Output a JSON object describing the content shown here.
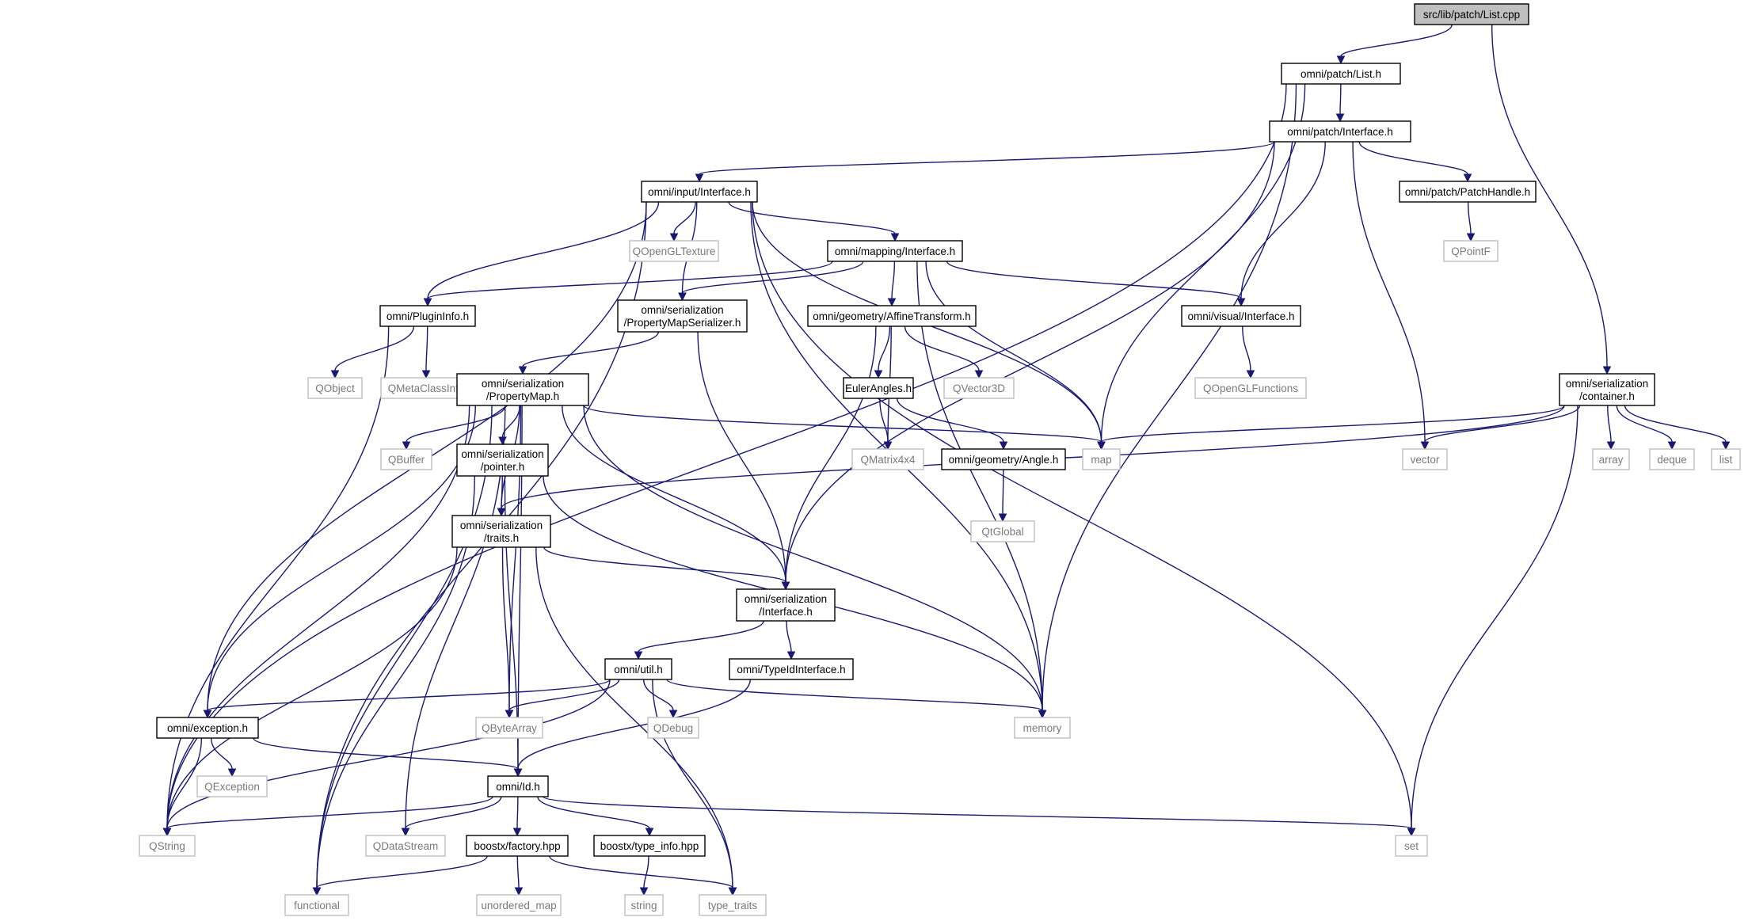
{
  "graph": {
    "kind": "include-dependency-graph",
    "colors": {
      "edge": "#191970",
      "root_fill": "#bfbfbf",
      "file_border": "#000000",
      "external_border": "#bfbfbf",
      "external_text": "#7a7a7a"
    },
    "nodes": [
      {
        "id": "root",
        "lines": [
          "src/lib/patch/List.cpp"
        ],
        "kind": "root"
      },
      {
        "id": "list_h",
        "lines": [
          "omni/patch/List.h"
        ],
        "kind": "file"
      },
      {
        "id": "patch_iface",
        "lines": [
          "omni/patch/Interface.h"
        ],
        "kind": "file"
      },
      {
        "id": "input_iface",
        "lines": [
          "omni/input/Interface.h"
        ],
        "kind": "file"
      },
      {
        "id": "patchhandle",
        "lines": [
          "omni/patch/PatchHandle.h"
        ],
        "kind": "file"
      },
      {
        "id": "qpointf",
        "lines": [
          "QPointF"
        ],
        "kind": "external"
      },
      {
        "id": "qopengltexture",
        "lines": [
          "QOpenGLTexture"
        ],
        "kind": "external"
      },
      {
        "id": "mapping_iface",
        "lines": [
          "omni/mapping/Interface.h"
        ],
        "kind": "file"
      },
      {
        "id": "plugininfo",
        "lines": [
          "omni/PluginInfo.h"
        ],
        "kind": "file"
      },
      {
        "id": "pms",
        "lines": [
          "omni/serialization",
          "/PropertyMapSerializer.h"
        ],
        "kind": "file"
      },
      {
        "id": "affine",
        "lines": [
          "omni/geometry/AffineTransform.h"
        ],
        "kind": "file"
      },
      {
        "id": "visual_iface",
        "lines": [
          "omni/visual/Interface.h"
        ],
        "kind": "file"
      },
      {
        "id": "qobject",
        "lines": [
          "QObject"
        ],
        "kind": "external"
      },
      {
        "id": "qmetaclassinfo",
        "lines": [
          "QMetaClassInfo"
        ],
        "kind": "external"
      },
      {
        "id": "propertymap",
        "lines": [
          "omni/serialization",
          "/PropertyMap.h"
        ],
        "kind": "file"
      },
      {
        "id": "eulerangles",
        "lines": [
          "EulerAngles.h"
        ],
        "kind": "file"
      },
      {
        "id": "qvector3d",
        "lines": [
          "QVector3D"
        ],
        "kind": "external"
      },
      {
        "id": "qopenglfunctions",
        "lines": [
          "QOpenGLFunctions"
        ],
        "kind": "external"
      },
      {
        "id": "container",
        "lines": [
          "omni/serialization",
          "/container.h"
        ],
        "kind": "file"
      },
      {
        "id": "qbuffer",
        "lines": [
          "QBuffer"
        ],
        "kind": "external"
      },
      {
        "id": "pointer",
        "lines": [
          "omni/serialization",
          "/pointer.h"
        ],
        "kind": "file"
      },
      {
        "id": "qmatrix4x4",
        "lines": [
          "QMatrix4x4"
        ],
        "kind": "external"
      },
      {
        "id": "angle",
        "lines": [
          "omni/geometry/Angle.h"
        ],
        "kind": "file"
      },
      {
        "id": "map",
        "lines": [
          "map"
        ],
        "kind": "external"
      },
      {
        "id": "vector",
        "lines": [
          "vector"
        ],
        "kind": "external"
      },
      {
        "id": "array",
        "lines": [
          "array"
        ],
        "kind": "external"
      },
      {
        "id": "deque",
        "lines": [
          "deque"
        ],
        "kind": "external"
      },
      {
        "id": "list",
        "lines": [
          "list"
        ],
        "kind": "external"
      },
      {
        "id": "traits",
        "lines": [
          "omni/serialization",
          "/traits.h"
        ],
        "kind": "file"
      },
      {
        "id": "qtglobal",
        "lines": [
          "QtGlobal"
        ],
        "kind": "external"
      },
      {
        "id": "ser_iface",
        "lines": [
          "omni/serialization",
          "/Interface.h"
        ],
        "kind": "file"
      },
      {
        "id": "util",
        "lines": [
          "omni/util.h"
        ],
        "kind": "file"
      },
      {
        "id": "typeid",
        "lines": [
          "omni/TypeIdInterface.h"
        ],
        "kind": "file"
      },
      {
        "id": "exception",
        "lines": [
          "omni/exception.h"
        ],
        "kind": "file"
      },
      {
        "id": "qbytearray",
        "lines": [
          "QByteArray"
        ],
        "kind": "external"
      },
      {
        "id": "qdebug",
        "lines": [
          "QDebug"
        ],
        "kind": "external"
      },
      {
        "id": "memory",
        "lines": [
          "memory"
        ],
        "kind": "external"
      },
      {
        "id": "qexception",
        "lines": [
          "QException"
        ],
        "kind": "external"
      },
      {
        "id": "id_h",
        "lines": [
          "omni/Id.h"
        ],
        "kind": "file"
      },
      {
        "id": "qstring",
        "lines": [
          "QString"
        ],
        "kind": "external"
      },
      {
        "id": "qdatastream",
        "lines": [
          "QDataStream"
        ],
        "kind": "external"
      },
      {
        "id": "factory",
        "lines": [
          "boostx/factory.hpp"
        ],
        "kind": "file"
      },
      {
        "id": "typeinfo",
        "lines": [
          "boostx/type_info.hpp"
        ],
        "kind": "file"
      },
      {
        "id": "set",
        "lines": [
          "set"
        ],
        "kind": "external"
      },
      {
        "id": "functional",
        "lines": [
          "functional"
        ],
        "kind": "external"
      },
      {
        "id": "unordered_map",
        "lines": [
          "unordered_map"
        ],
        "kind": "external"
      },
      {
        "id": "string",
        "lines": [
          "string"
        ],
        "kind": "external"
      },
      {
        "id": "type_traits",
        "lines": [
          "type_traits"
        ],
        "kind": "external"
      }
    ],
    "edges": [
      [
        "root",
        "list_h"
      ],
      [
        "root",
        "container"
      ],
      [
        "list_h",
        "patch_iface"
      ],
      [
        "list_h",
        "qstring"
      ],
      [
        "list_h",
        "map"
      ],
      [
        "list_h",
        "memory"
      ],
      [
        "patch_iface",
        "input_iface"
      ],
      [
        "patch_iface",
        "patchhandle"
      ],
      [
        "patch_iface",
        "ser_iface"
      ],
      [
        "patch_iface",
        "visual_iface"
      ],
      [
        "patch_iface",
        "vector"
      ],
      [
        "patchhandle",
        "qpointf"
      ],
      [
        "input_iface",
        "qopengltexture"
      ],
      [
        "input_iface",
        "mapping_iface"
      ],
      [
        "input_iface",
        "plugininfo"
      ],
      [
        "input_iface",
        "pms"
      ],
      [
        "input_iface",
        "exception"
      ],
      [
        "input_iface",
        "functional"
      ],
      [
        "input_iface",
        "map"
      ],
      [
        "input_iface",
        "memory"
      ],
      [
        "input_iface",
        "set"
      ],
      [
        "mapping_iface",
        "plugininfo"
      ],
      [
        "mapping_iface",
        "pms"
      ],
      [
        "mapping_iface",
        "affine"
      ],
      [
        "mapping_iface",
        "visual_iface"
      ],
      [
        "mapping_iface",
        "map"
      ],
      [
        "mapping_iface",
        "memory"
      ],
      [
        "plugininfo",
        "qobject"
      ],
      [
        "plugininfo",
        "qmetaclassinfo"
      ],
      [
        "plugininfo",
        "qstring"
      ],
      [
        "pms",
        "propertymap"
      ],
      [
        "pms",
        "ser_iface"
      ],
      [
        "affine",
        "eulerangles"
      ],
      [
        "affine",
        "qvector3d"
      ],
      [
        "affine",
        "qmatrix4x4"
      ],
      [
        "affine",
        "ser_iface"
      ],
      [
        "visual_iface",
        "qopenglfunctions"
      ],
      [
        "eulerangles",
        "qmatrix4x4"
      ],
      [
        "eulerangles",
        "angle"
      ],
      [
        "angle",
        "qtglobal"
      ],
      [
        "container",
        "map"
      ],
      [
        "container",
        "vector"
      ],
      [
        "container",
        "array"
      ],
      [
        "container",
        "deque"
      ],
      [
        "container",
        "list"
      ],
      [
        "container",
        "traits"
      ],
      [
        "container",
        "set"
      ],
      [
        "propertymap",
        "qbuffer"
      ],
      [
        "propertymap",
        "pointer"
      ],
      [
        "propertymap",
        "traits"
      ],
      [
        "propertymap",
        "ser_iface"
      ],
      [
        "propertymap",
        "map"
      ],
      [
        "propertymap",
        "memory"
      ],
      [
        "propertymap",
        "qstring"
      ],
      [
        "propertymap",
        "exception"
      ],
      [
        "propertymap",
        "qbytearray"
      ],
      [
        "propertymap",
        "qdatastream"
      ],
      [
        "propertymap",
        "functional"
      ],
      [
        "propertymap",
        "id_h"
      ],
      [
        "pointer",
        "traits"
      ],
      [
        "pointer",
        "memory"
      ],
      [
        "pointer",
        "functional"
      ],
      [
        "pointer",
        "id_h"
      ],
      [
        "traits",
        "ser_iface"
      ],
      [
        "traits",
        "qbytearray"
      ],
      [
        "traits",
        "qstring"
      ],
      [
        "traits",
        "type_traits"
      ],
      [
        "ser_iface",
        "util"
      ],
      [
        "ser_iface",
        "typeid"
      ],
      [
        "util",
        "exception"
      ],
      [
        "util",
        "qbytearray"
      ],
      [
        "util",
        "qdebug"
      ],
      [
        "util",
        "memory"
      ],
      [
        "util",
        "qstring"
      ],
      [
        "util",
        "type_traits"
      ],
      [
        "typeid",
        "id_h"
      ],
      [
        "exception",
        "qexception"
      ],
      [
        "exception",
        "qstring"
      ],
      [
        "exception",
        "id_h"
      ],
      [
        "id_h",
        "qstring"
      ],
      [
        "id_h",
        "qdatastream"
      ],
      [
        "id_h",
        "factory"
      ],
      [
        "id_h",
        "typeinfo"
      ],
      [
        "id_h",
        "set"
      ],
      [
        "factory",
        "functional"
      ],
      [
        "factory",
        "unordered_map"
      ],
      [
        "factory",
        "type_traits"
      ],
      [
        "typeinfo",
        "string"
      ]
    ]
  }
}
